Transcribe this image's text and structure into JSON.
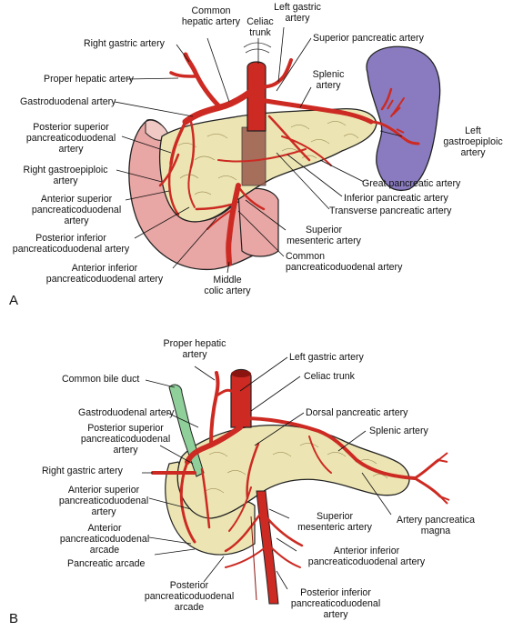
{
  "panel_a": {
    "letter": "A",
    "labels": {
      "common_hepatic": [
        "Common",
        "hepatic artery"
      ],
      "celiac_trunk": [
        "Celiac",
        "trunk"
      ],
      "left_gastric": [
        "Left gastric",
        "artery"
      ],
      "right_gastric": "Right gastric artery",
      "superior_pancreatic": "Superior pancreatic artery",
      "proper_hepatic": "Proper hepatic artery",
      "splenic": [
        "Splenic",
        "artery"
      ],
      "gastroduodenal": "Gastroduodenal artery",
      "post_sup_pd": [
        "Posterior superior",
        "pancreaticoduodenal",
        "artery"
      ],
      "left_gastroepiploic": [
        "Left",
        "gastroepiploic",
        "artery"
      ],
      "right_gastroepiploic": [
        "Right gastroepiploic",
        "artery"
      ],
      "great_pancreatic": "Great pancreatic artery",
      "ant_sup_pd": [
        "Anterior superior",
        "pancreaticoduodenal",
        "artery"
      ],
      "inferior_pancreatic": "Inferior pancreatic artery",
      "transverse_pancreatic": "Transverse pancreatic artery",
      "post_inf_pd": [
        "Posterior inferior",
        "pancreaticoduodenal artery"
      ],
      "superior_mesenteric": [
        "Superior",
        "mesenteric artery"
      ],
      "common_pd": [
        "Common",
        "pancreaticoduodenal artery"
      ],
      "ant_inf_pd": [
        "Anterior inferior",
        "pancreaticoduodenal artery"
      ],
      "middle_colic": [
        "Middle",
        "colic artery"
      ]
    }
  },
  "panel_b": {
    "letter": "B",
    "labels": {
      "proper_hepatic": [
        "Proper hepatic",
        "artery"
      ],
      "left_gastric": "Left gastric artery",
      "common_bile_duct": "Common bile duct",
      "celiac_trunk": "Celiac trunk",
      "gastroduodenal": "Gastroduodenal artery",
      "dorsal_pancreatic": "Dorsal pancreatic artery",
      "post_sup_pd": [
        "Posterior superior",
        "pancreaticoduodenal",
        "artery"
      ],
      "splenic": "Splenic artery",
      "right_gastric": "Right gastric artery",
      "ant_sup_pd": [
        "Anterior superior",
        "pancreaticoduodenal",
        "artery"
      ],
      "superior_mesenteric": [
        "Superior",
        "mesenteric artery"
      ],
      "ant_pd_arcade": [
        "Anterior",
        "pancreaticoduodenal",
        "arcade"
      ],
      "artery_pancreatica_magna": [
        "Artery pancreatica",
        "magna"
      ],
      "pancreatic_arcade": "Pancreatic arcade",
      "ant_inf_pd": [
        "Anterior inferior",
        "pancreaticoduodenal artery"
      ],
      "post_pd_arcade": [
        "Posterior",
        "pancreaticoduodenal",
        "arcade"
      ],
      "post_inf_pd": [
        "Posterior inferior",
        "pancreaticoduodenal",
        "artery"
      ]
    }
  },
  "colors": {
    "artery": "#cc2a22",
    "artery_dark": "#8a1510",
    "pancreas": "#ece5b3",
    "pancreas_line": "#8c7a45",
    "spleen": "#8a7bc0",
    "duodenum": "#e8a6a4",
    "bile_duct": "#8fcf9a",
    "aorta_shade": "#9a5b4e"
  }
}
